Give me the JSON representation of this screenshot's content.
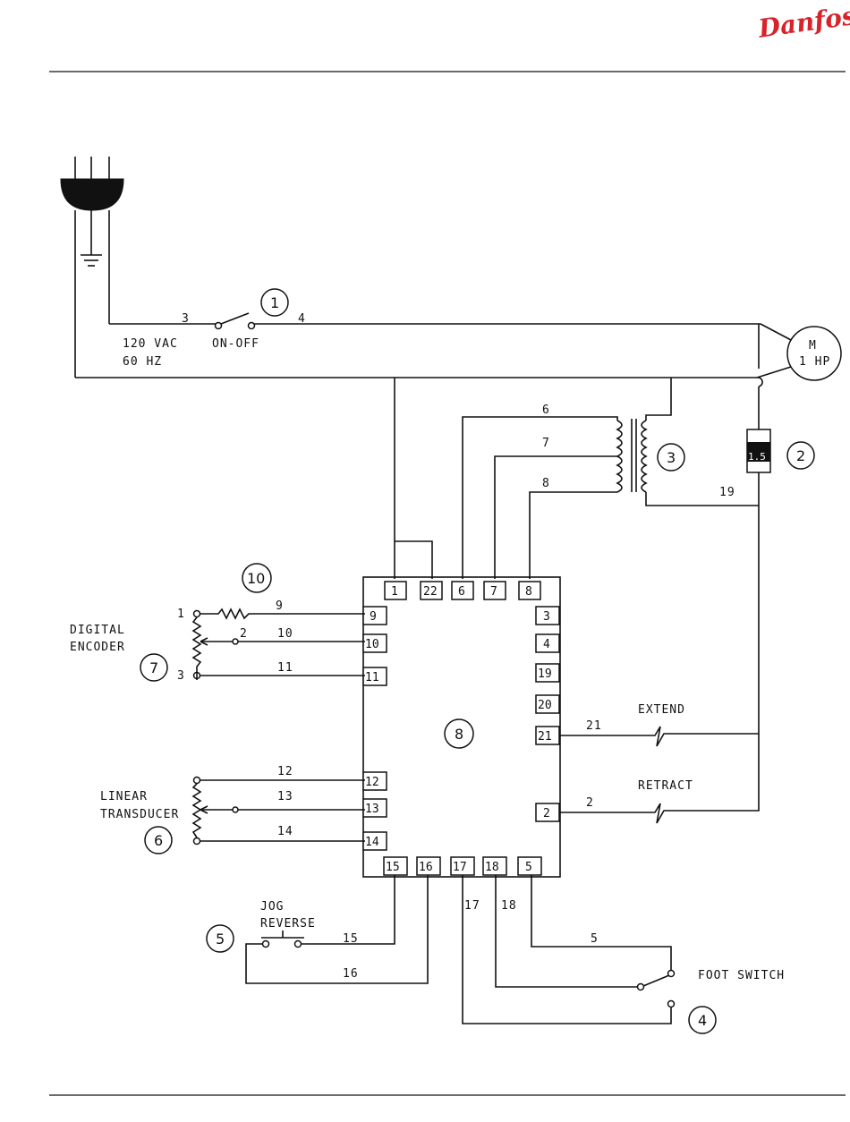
{
  "brand": {
    "logo": "Danfoss",
    "color": "#d8232a"
  },
  "labels": {
    "supply_line1": "120 VAC",
    "supply_line2": "60 HZ",
    "switch": "ON-OFF",
    "motor_m": "M",
    "motor_hp": "1 HP",
    "fuse_value": "1.5",
    "digital_encoder_line1": "DIGITAL",
    "digital_encoder_line2": "ENCODER",
    "linear_transducer_line1": "LINEAR",
    "linear_transducer_line2": "TRANSDUCER",
    "jog_line1": "JOG",
    "jog_line2": "REVERSE",
    "foot_switch": "FOOT SWITCH",
    "extend": "EXTEND",
    "retract": "RETRACT"
  },
  "callouts": [
    "1",
    "2",
    "3",
    "4",
    "5",
    "6",
    "7",
    "8",
    "10"
  ],
  "terminals": {
    "top": [
      "1",
      "22",
      "6",
      "7",
      "8"
    ],
    "left": [
      "9",
      "10",
      "11",
      "12",
      "13",
      "14"
    ],
    "right": [
      "3",
      "4",
      "19",
      "20",
      "21",
      "2"
    ],
    "bottom": [
      "15",
      "16",
      "17",
      "18",
      "5"
    ]
  },
  "wire_numbers": {
    "w3": "3",
    "w4": "4",
    "w6": "6",
    "w7": "7",
    "w8": "8",
    "w19": "19",
    "w9": "9",
    "w10": "10",
    "w11": "11",
    "w12": "12",
    "w13": "13",
    "w14": "14",
    "w21": "21",
    "w2": "2",
    "w15": "15",
    "w16": "16",
    "w17": "17",
    "w18": "18",
    "w5": "5"
  },
  "encoder_pins": [
    "1",
    "2",
    "3"
  ]
}
